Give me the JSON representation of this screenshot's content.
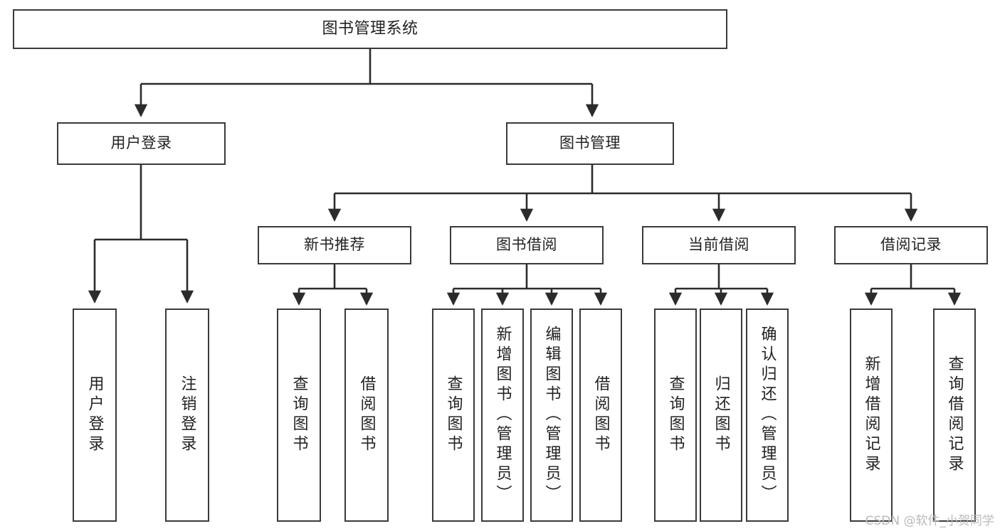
{
  "diagram": {
    "title": "图书管理系统",
    "type": "tree-hierarchy-diagram",
    "colors": {
      "box_border": "#3a3a3a",
      "box_fill": "#ffffff",
      "connector": "#2b2b2b",
      "text": "#222222",
      "watermark": "#b9b9b9"
    },
    "root": {
      "label": "图书管理系统"
    },
    "level2": [
      {
        "label": "用户登录"
      },
      {
        "label": "图书管理"
      }
    ],
    "level3": [
      {
        "label": "新书推荐"
      },
      {
        "label": "图书借阅"
      },
      {
        "label": "当前借阅"
      },
      {
        "label": "借阅记录"
      }
    ],
    "leaves": {
      "user_login": [
        {
          "label": "用户登录"
        },
        {
          "label": "注销登录"
        }
      ],
      "new_book_recommend": [
        {
          "label": "查询图书"
        },
        {
          "label": "借阅图书"
        }
      ],
      "book_borrow": [
        {
          "label": "查询图书"
        },
        {
          "label": "新增图书（管理员）"
        },
        {
          "label": "编辑图书（管理员）"
        },
        {
          "label": "借阅图书"
        }
      ],
      "current_borrow": [
        {
          "label": "查询图书"
        },
        {
          "label": "归还图书"
        },
        {
          "label": "确认归还（管理员）"
        }
      ],
      "borrow_records": [
        {
          "label": "新增借阅记录"
        },
        {
          "label": "查询借阅记录"
        }
      ]
    }
  },
  "watermark": {
    "text": "CSDN @软件_小贺同学"
  }
}
